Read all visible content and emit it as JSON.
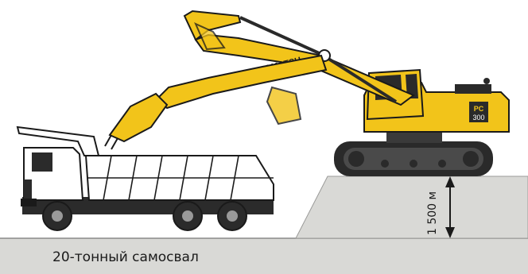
{
  "diagram": {
    "truck_caption": "20-тонный самосвал",
    "bench_height_label": "1 500 м",
    "excavator": {
      "brand": "KOMATSU",
      "model_line1": "PC",
      "model_line2": "300"
    }
  },
  "colors": {
    "yellow": "#f2c41a",
    "yellow_dark": "#c99a0a",
    "ground": "#d9d9d6",
    "track": "#2a2a2a",
    "truck_body": "#ffffff",
    "outline": "#1a1a1a"
  }
}
